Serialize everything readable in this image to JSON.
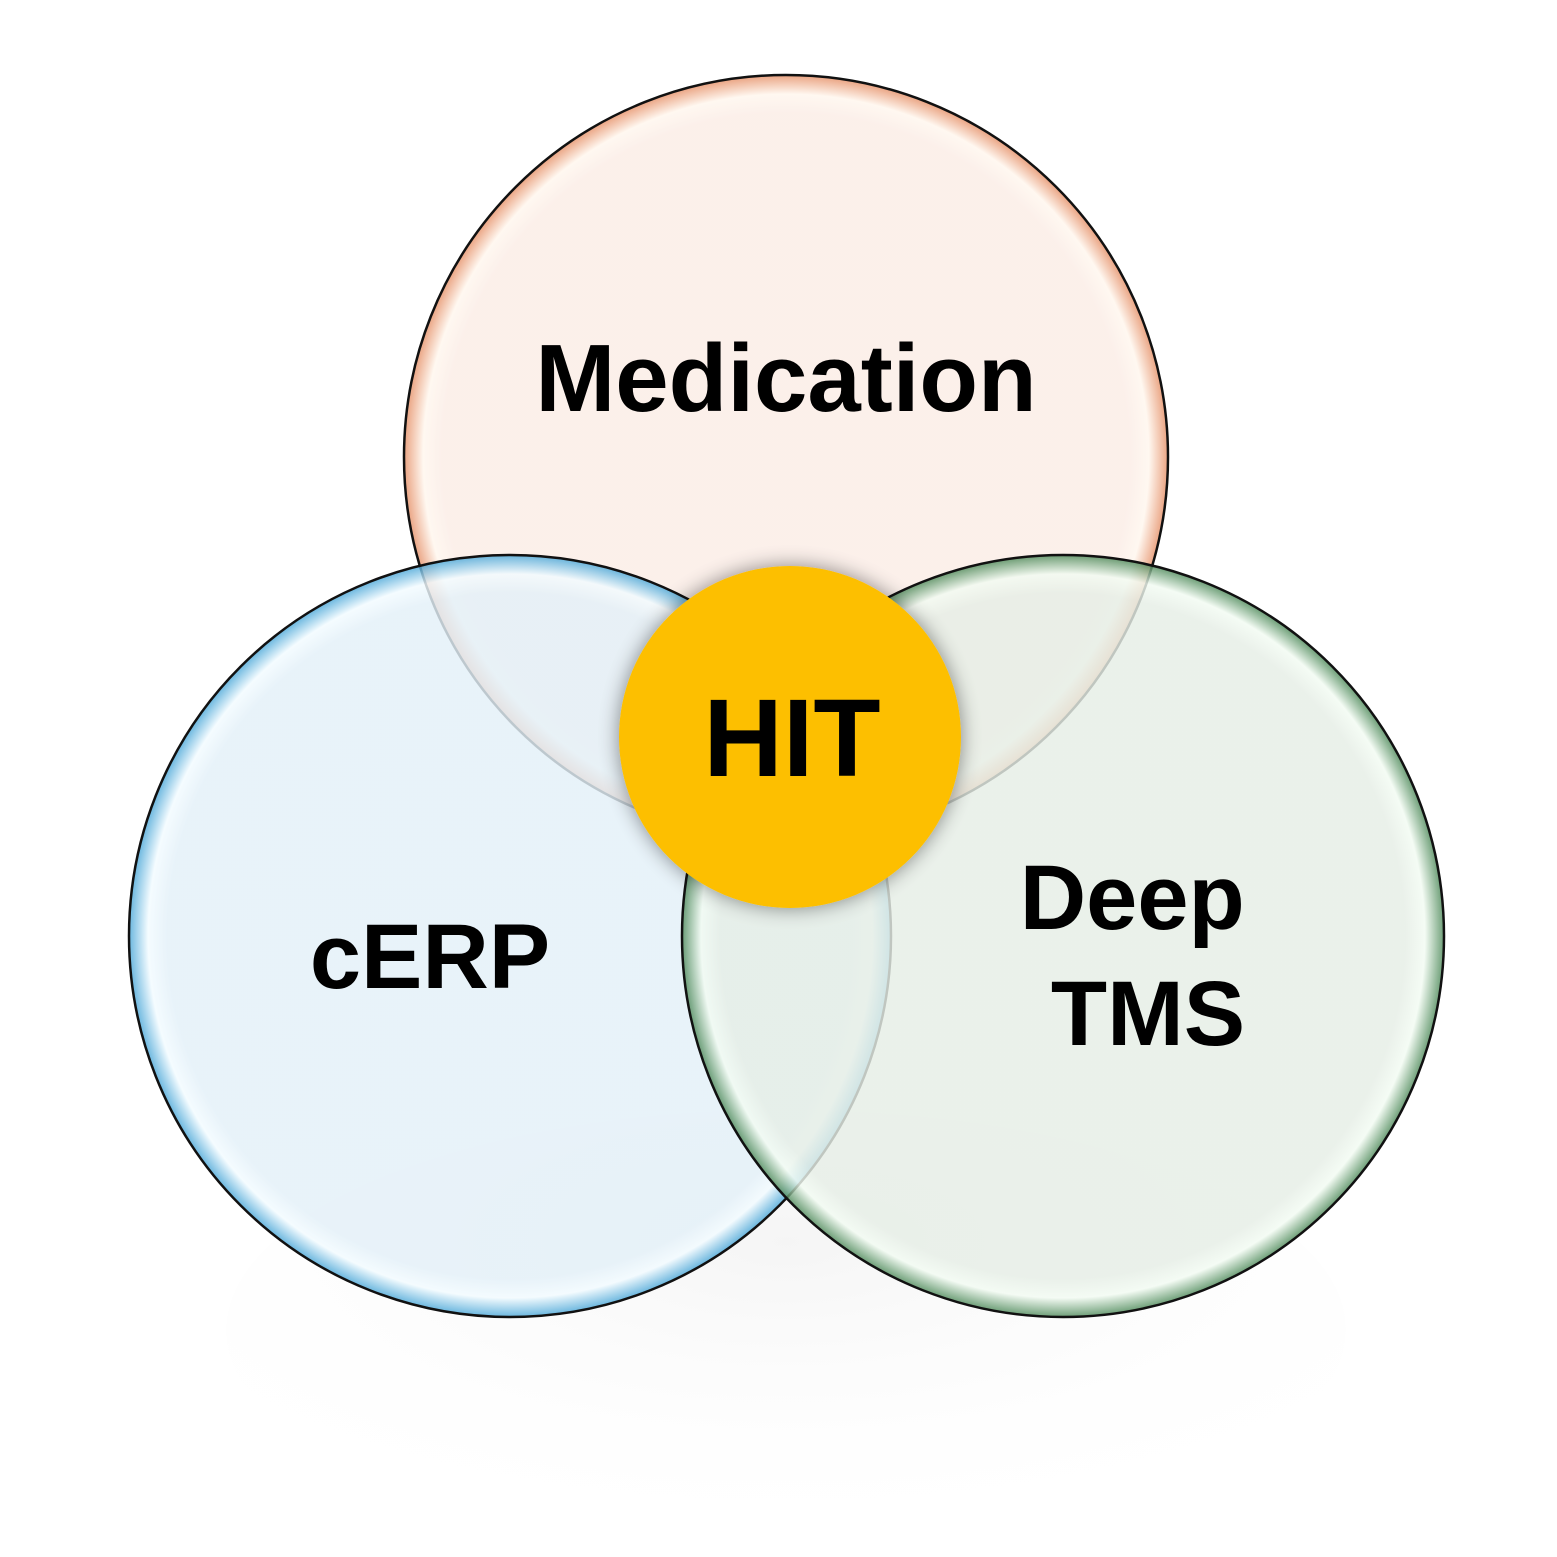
{
  "diagram": {
    "type": "venn",
    "sets": [
      {
        "id": "medication",
        "label": "Medication",
        "fill": "#fbeee8",
        "rim": "#e89a75",
        "highlight": "#fff7ef"
      },
      {
        "id": "cerp",
        "label": "cERP",
        "fill": "#e3f0f8",
        "rim": "#4aa7d8",
        "highlight": "#f2fbff"
      },
      {
        "id": "deep-tms",
        "label_lines": [
          "Deep",
          "TMS"
        ],
        "fill": "#e6eee6",
        "rim": "#4e8a5a",
        "highlight": "#f2fbf2"
      }
    ],
    "center": {
      "label": "HIT",
      "fill": "#fdbf00"
    },
    "outline_color": "#111111"
  }
}
